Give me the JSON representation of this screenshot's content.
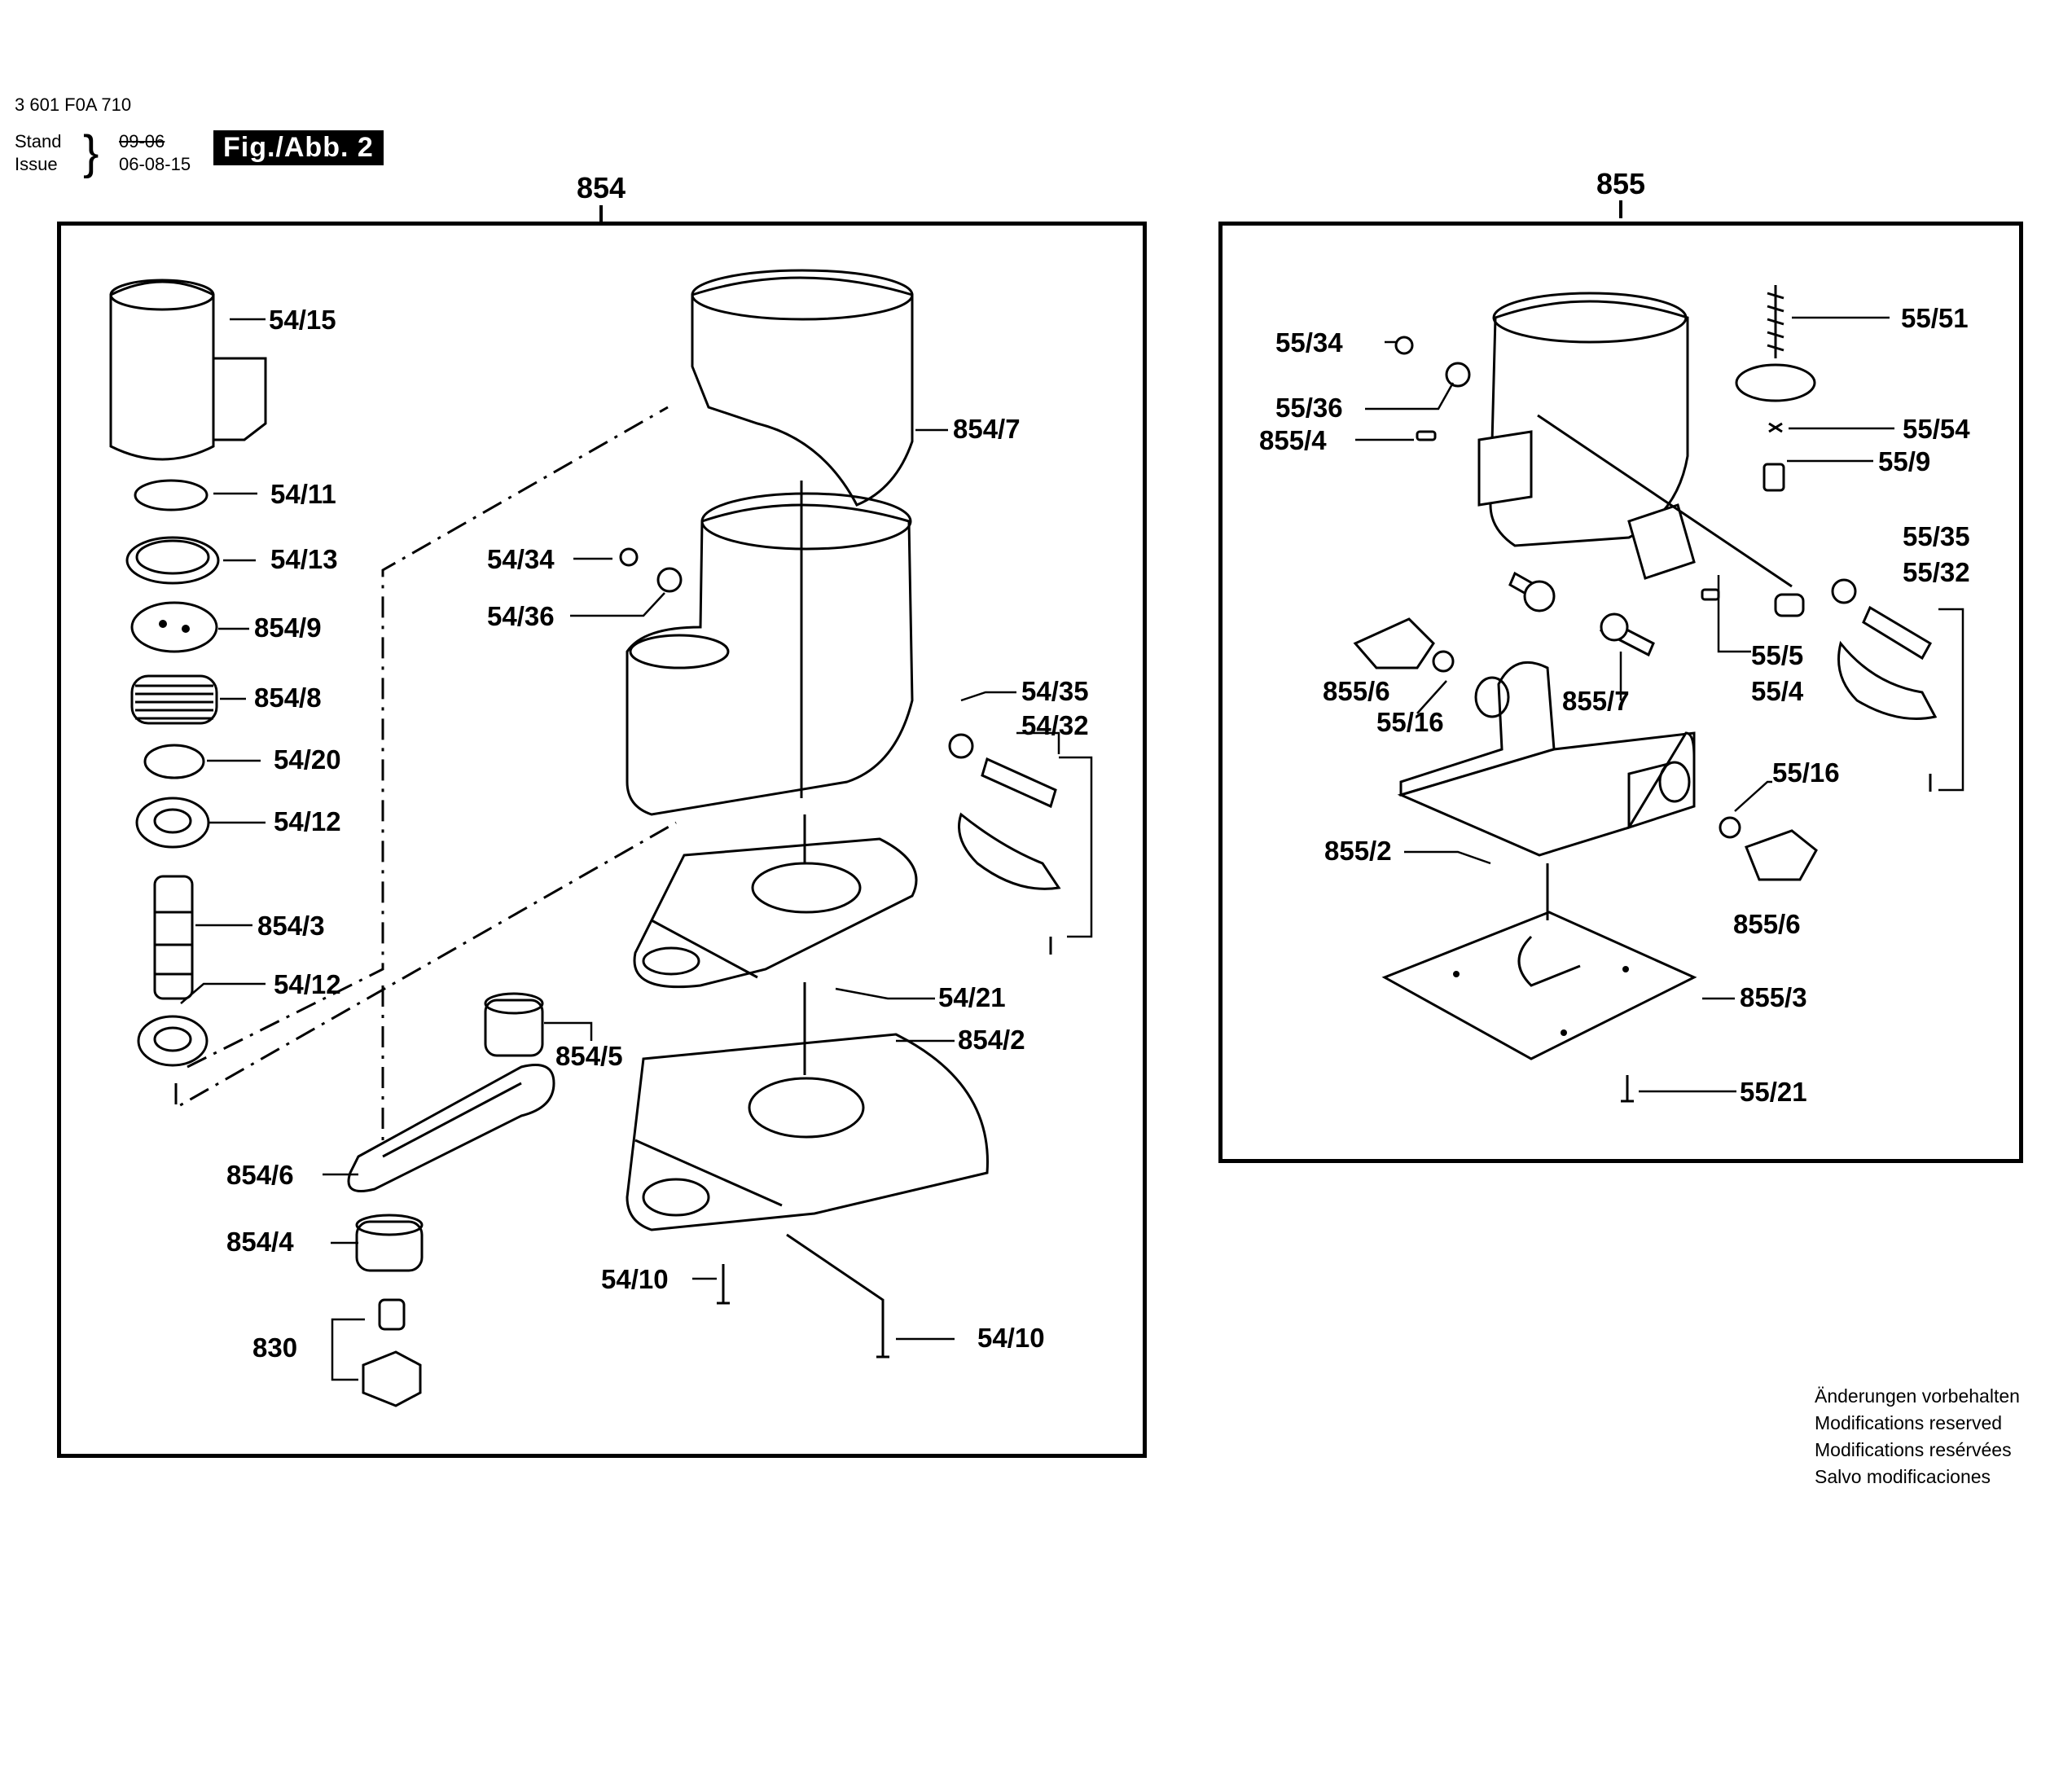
{
  "header": {
    "doc_number": "3 601 F0A 710",
    "stand_label": "Stand",
    "issue_label": "Issue",
    "stand_value": "09-06",
    "issue_value": "06-08-15",
    "figure_label": "Fig./Abb. 2"
  },
  "panels": {
    "p854": {
      "title": "854"
    },
    "p855": {
      "title": "855"
    }
  },
  "labels_854": [
    "54/15",
    "54/11",
    "54/13",
    "854/9",
    "854/8",
    "54/20",
    "54/12",
    "854/3",
    "54/12",
    "854/7",
    "54/34",
    "54/36",
    "54/35",
    "54/32",
    "54/21",
    "854/2",
    "854/5",
    "854/6",
    "854/4",
    "830",
    "54/10",
    "54/10"
  ],
  "labels_855": [
    "55/34",
    "55/36",
    "855/4",
    "55/51",
    "55/54",
    "55/9",
    "55/35",
    "55/32",
    "55/5",
    "55/4",
    "855/6",
    "55/16",
    "855/7",
    "55/16",
    "855/2",
    "855/6",
    "855/3",
    "55/21"
  ],
  "disclaimer": [
    "Änderungen vorbehalten",
    "Modifications reserved",
    "Modifications resérvées",
    "Salvo modificaciones"
  ]
}
